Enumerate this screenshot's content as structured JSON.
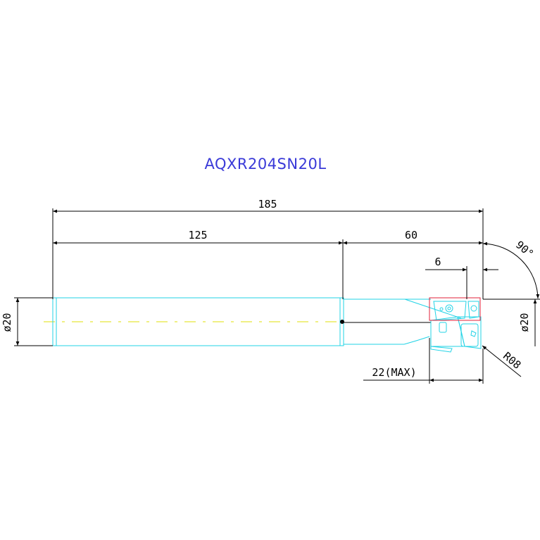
{
  "drawing": {
    "title": "AQXR204SN20L",
    "dims": {
      "overall_length": "185",
      "shank_length": "125",
      "head_length": "60",
      "insert_offset": "6",
      "angle": "90°",
      "shank_diameter_left": "ø20",
      "shank_diameter_right": "ø20",
      "corner_radius": "R08",
      "max_depth": "22(MAX)"
    }
  },
  "colors": {
    "background": "#ffffff",
    "title": "#3a3ad8",
    "tool_outline": "#22d3e6",
    "insert_box": "#e0203a",
    "centerline": "#e6e63a",
    "dimension": "#000000"
  }
}
